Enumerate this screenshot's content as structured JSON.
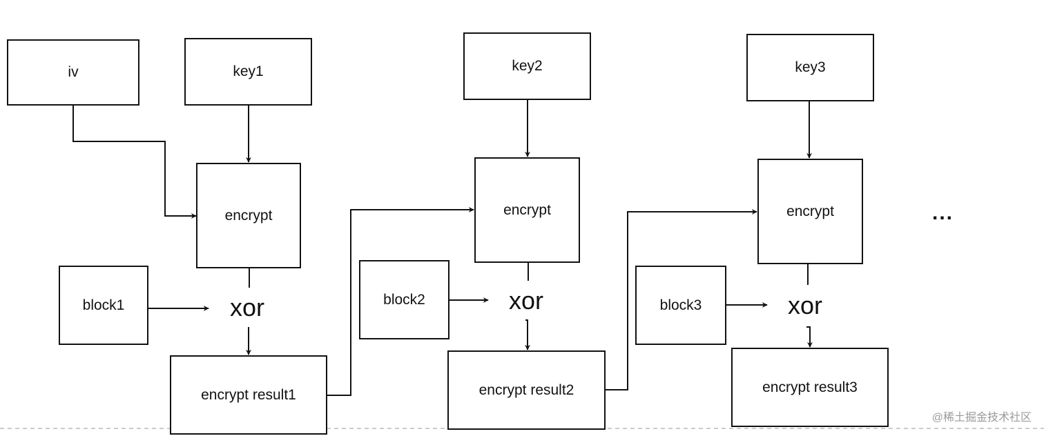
{
  "boxes": {
    "iv": "iv",
    "key1": "key1",
    "key2": "key2",
    "key3": "key3",
    "encrypt1": "encrypt",
    "encrypt2": "encrypt",
    "encrypt3": "encrypt",
    "block1": "block1",
    "block2": "block2",
    "block3": "block3",
    "result1": "encrypt result1",
    "result2": "encrypt result2",
    "result3": "encrypt result3"
  },
  "xor_label": "xor",
  "ellipsis": "...",
  "watermark": "@稀土掘金技术社区",
  "colors": {
    "stroke": "#111111",
    "background": "#ffffff",
    "dashed_line": "#bbbbbb",
    "watermark": "#9a9a9a"
  }
}
